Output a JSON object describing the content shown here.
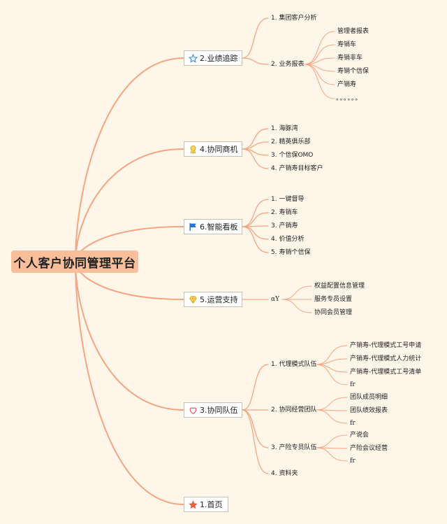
{
  "root": {
    "label": "个人客户协同管理平台"
  },
  "branches": {
    "b1": {
      "label": "2.业绩追踪",
      "icon": "star-outline-icon",
      "items": {
        "i1": {
          "label": "1. 集团客户分析"
        },
        "i2": {
          "label": "2. 业务报表",
          "sub": [
            "管理者报表",
            "寿销车",
            "寿销非车",
            "寿销个信保",
            "产销寿",
            "。。。。。。"
          ]
        }
      }
    },
    "b2": {
      "label": "4.协同商机",
      "icon": "award-badge-icon",
      "items": [
        "1. 海豚湾",
        "2. 精英俱乐部",
        "3. 个信保OMO",
        "4. 产销寿目标客户"
      ]
    },
    "b3": {
      "label": "6.智能看板",
      "icon": "blue-flag-icon",
      "items": [
        "1. 一键督导",
        "2. 寿销车",
        "3. 产销寿",
        "4. 价值分析",
        "5. 寿销个信保"
      ]
    },
    "b4": {
      "label": "5.运营支持",
      "icon": "diamond-icon",
      "connector": "αY",
      "items": [
        "权益配置信息管理",
        "服务专员设置",
        "协同会员管理"
      ]
    },
    "b5": {
      "label": "3.协同队伍",
      "icon": "heart-outline-icon",
      "items": {
        "i1": {
          "label": "1. 代理模式队伍",
          "sub": [
            "产销寿-代理模式工号申请",
            "产销寿-代理模式人力统计",
            "产销寿-代理模式工号清单",
            "fr"
          ]
        },
        "i2": {
          "label": "2. 协同经营团队",
          "sub": [
            "团队成员明细",
            "团队绩效报表",
            "fr"
          ]
        },
        "i3": {
          "label": "3. 产险专员队伍",
          "sub": [
            "产说会",
            "产险会议经营",
            "fr"
          ]
        },
        "i4": {
          "label": "4. 资料夹"
        }
      }
    },
    "b6": {
      "label": "1.首页",
      "icon": "star-filled-icon"
    }
  },
  "colors": {
    "background": "#fdf6e9",
    "connector": "#f5a582",
    "root_fill": "#f8bf9a"
  }
}
